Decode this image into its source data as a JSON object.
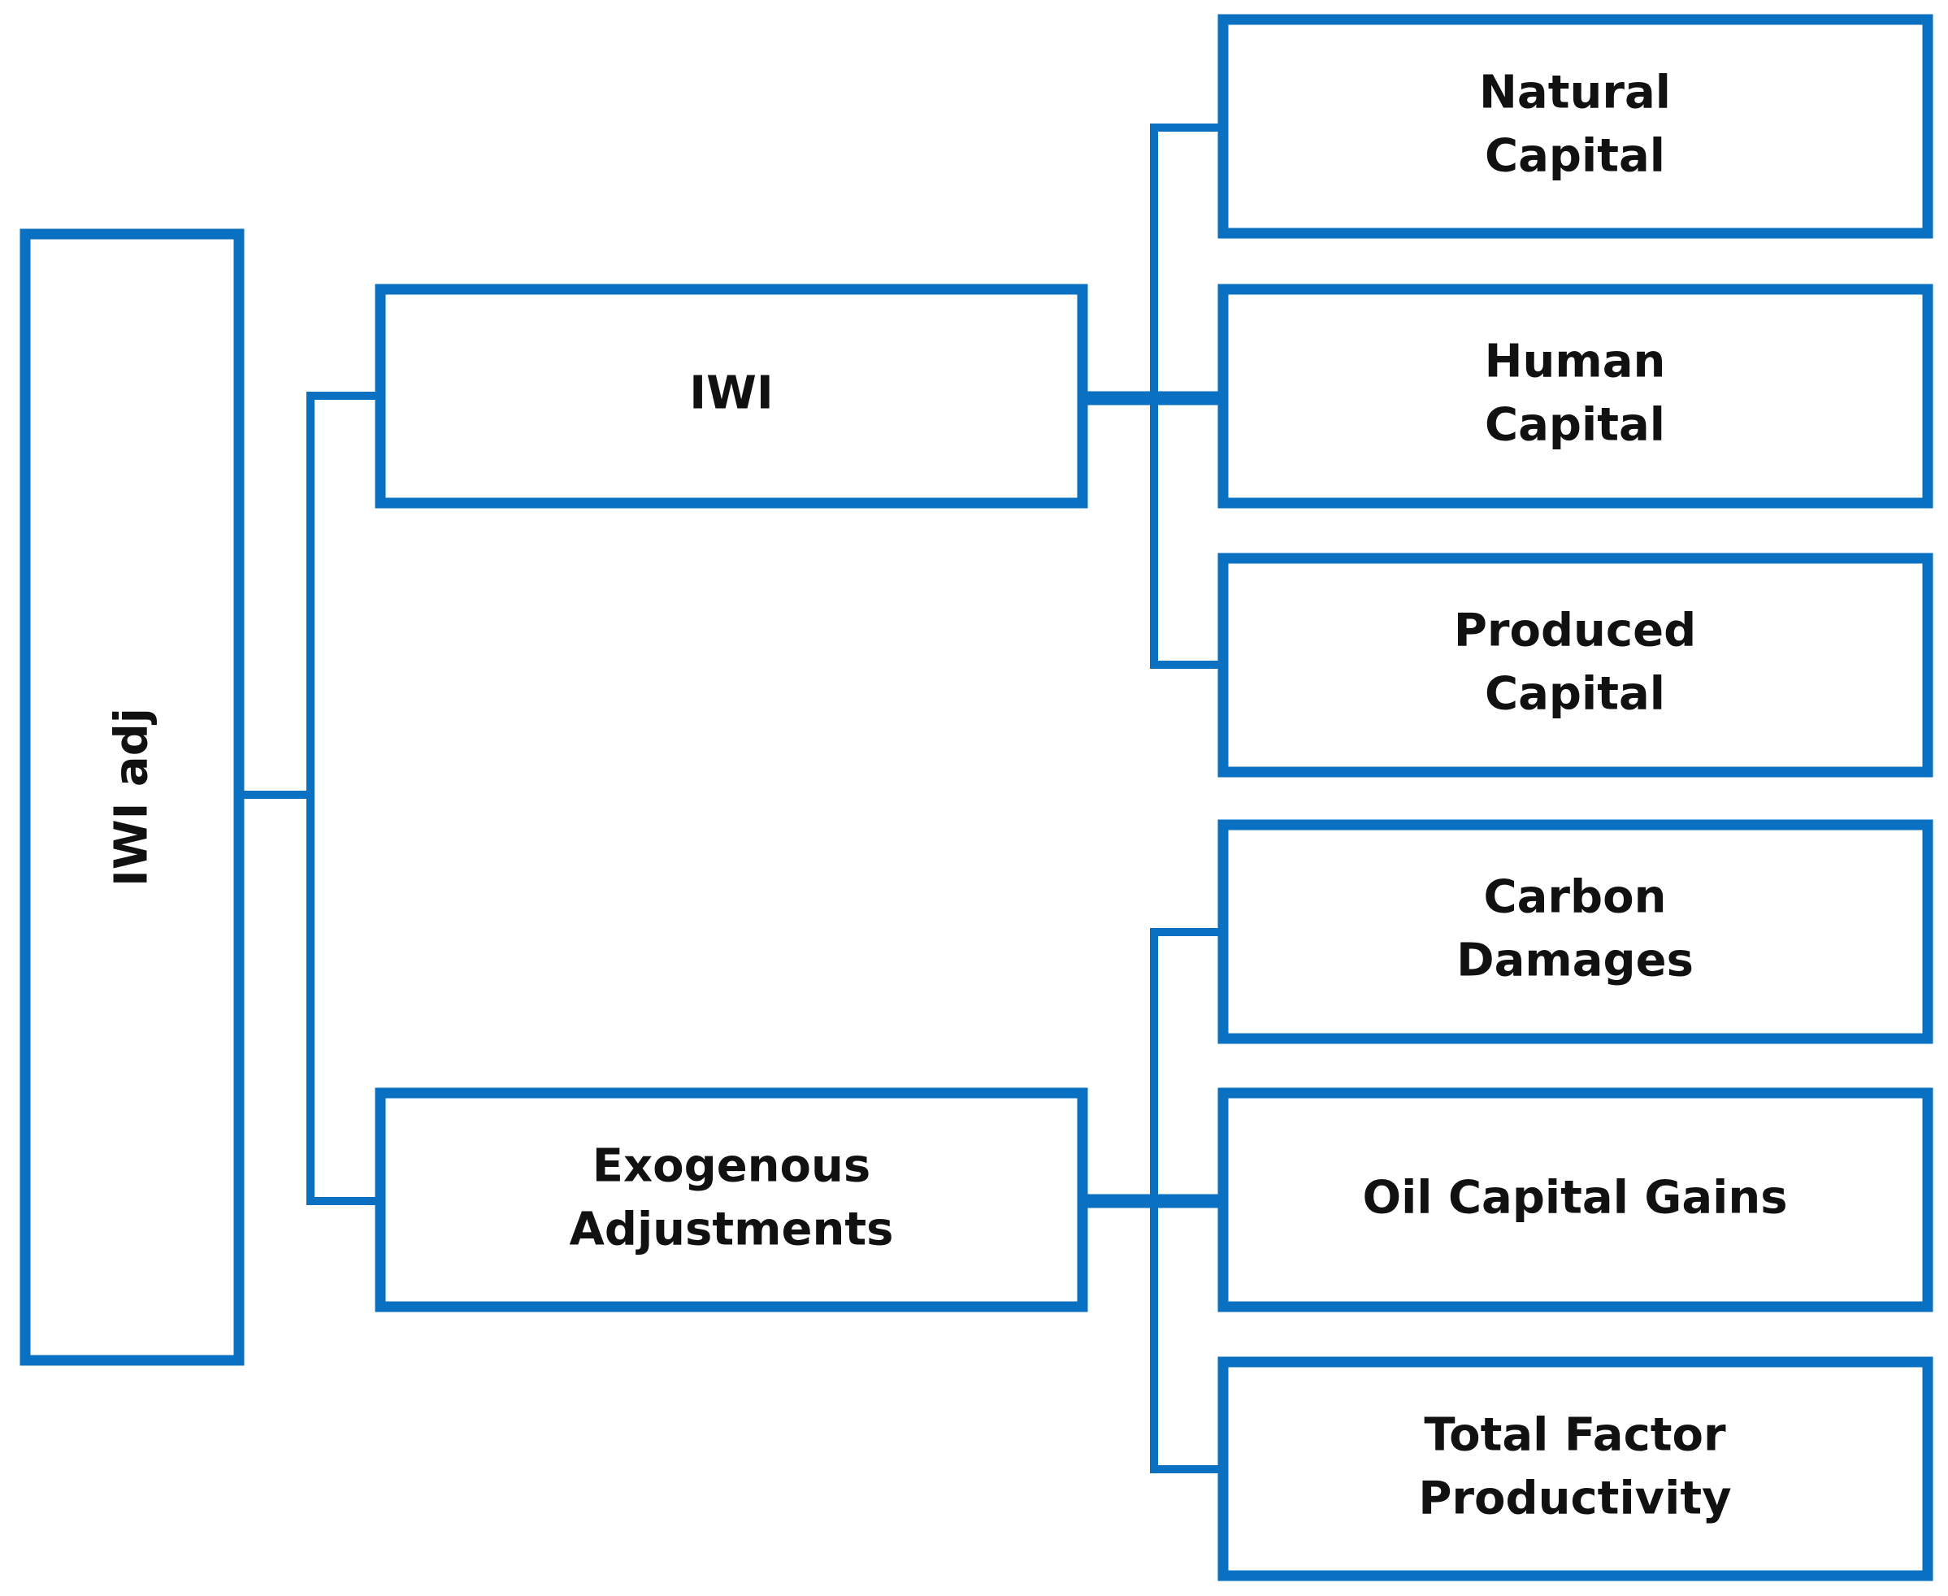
{
  "colors": {
    "stroke": "#0a70c2",
    "text": "#111111",
    "background": "#ffffff"
  },
  "nodes": {
    "root": {
      "label": "IWI adj"
    },
    "iwi": {
      "label": "IWI"
    },
    "exogenous": {
      "line1": "Exogenous",
      "line2": "Adjustments"
    },
    "natural_capital": {
      "line1": "Natural",
      "line2": "Capital"
    },
    "human_capital": {
      "line1": "Human",
      "line2": "Capital"
    },
    "produced_capital": {
      "line1": "Produced",
      "line2": "Capital"
    },
    "carbon_damages": {
      "line1": "Carbon",
      "line2": "Damages"
    },
    "oil_capital_gains": {
      "label": "Oil Capital Gains"
    },
    "total_factor_productivity": {
      "line1": "Total Factor",
      "line2": "Productivity"
    }
  }
}
